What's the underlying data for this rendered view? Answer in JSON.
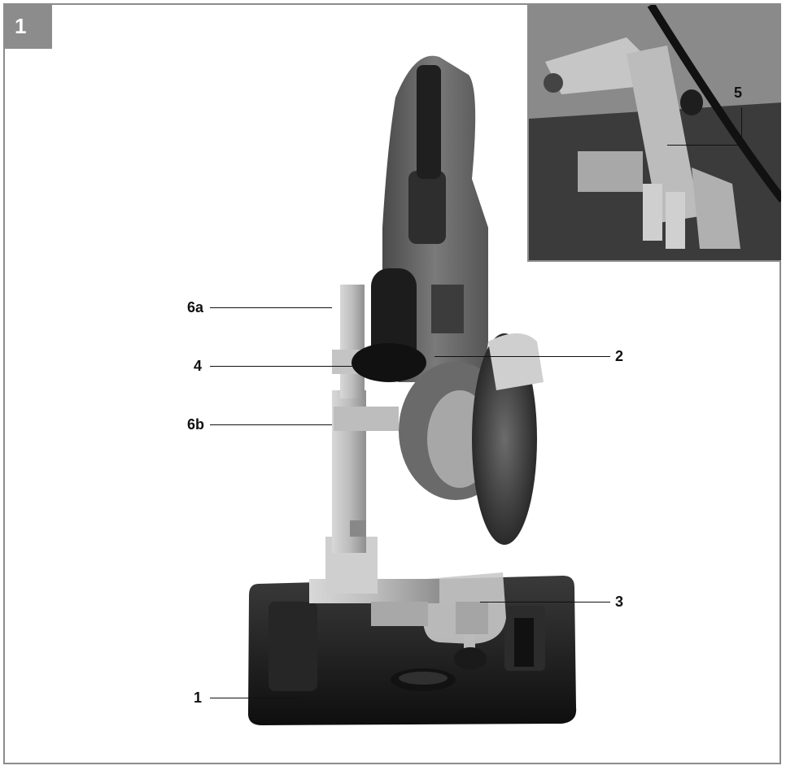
{
  "figure": {
    "number": "1"
  },
  "callouts": {
    "c1": "1",
    "c2": "2",
    "c3": "3",
    "c4": "4",
    "c5": "5",
    "c6a": "6a",
    "c6b": "6b"
  },
  "watermark": {
    "text": ""
  },
  "colors": {
    "badge": "#8c8c8c",
    "frame": "#8c8c8c",
    "base": "#1b1b1b",
    "metal": "#b8b8b8",
    "grinder": "#6e6e6e"
  }
}
